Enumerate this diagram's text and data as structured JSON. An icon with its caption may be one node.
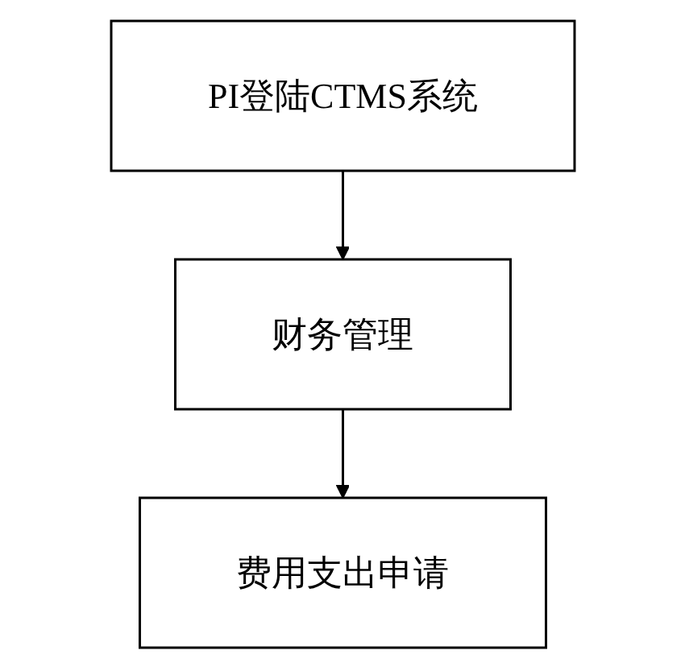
{
  "diagram": {
    "nodes": [
      {
        "text": [
          "PI登陆CTMS系统"
        ]
      },
      {
        "text": [
          "财务管理"
        ]
      },
      {
        "text": [
          "费用支出申请"
        ]
      }
    ],
    "edges": [
      {
        "from": 0,
        "to": 1,
        "arrow": "to"
      },
      {
        "from": 1,
        "to": 2,
        "arrow": "to"
      }
    ]
  }
}
